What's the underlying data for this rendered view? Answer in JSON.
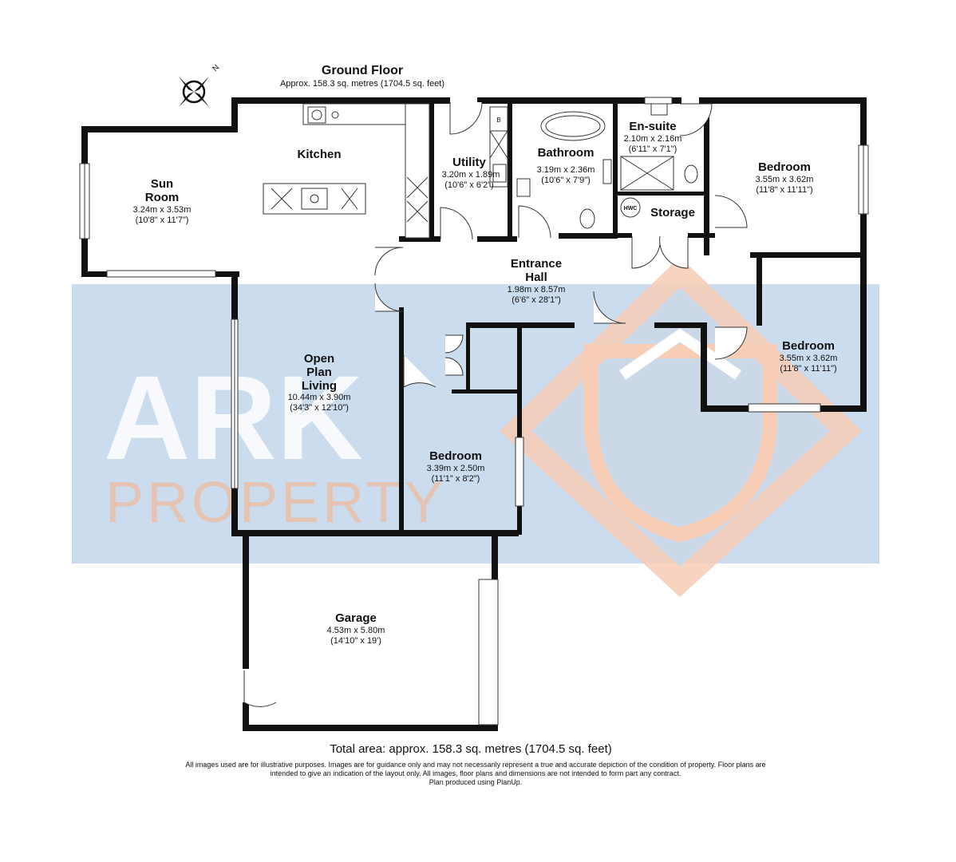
{
  "header": {
    "title": "Ground Floor",
    "subtitle": "Approx. 158.3 sq. metres (1704.5 sq. feet)"
  },
  "compass": {
    "label": "N"
  },
  "rooms": {
    "sun_room": {
      "name_line1": "Sun",
      "name_line2": "Room",
      "dim_metric": "3.24m x 3.53m",
      "dim_imperial": "(10'8\" x 11'7\")"
    },
    "kitchen": {
      "name": "Kitchen"
    },
    "utility": {
      "name": "Utility",
      "dim_metric": "3.20m x 1.89m",
      "dim_imperial": "(10'6\" x 6'2\")"
    },
    "bathroom": {
      "name": "Bathroom",
      "dim_metric": "3.19m x 2.36m",
      "dim_imperial": "(10'6\" x 7'9\")"
    },
    "ensuite": {
      "name": "En-suite",
      "dim_metric": "2.10m x 2.16m",
      "dim_imperial": "(6'11\" x 7'1\")"
    },
    "bedroom_1": {
      "name": "Bedroom",
      "dim_metric": "3.55m x 3.62m",
      "dim_imperial": "(11'8\" x 11'11\")"
    },
    "storage": {
      "name": "Storage",
      "hwc": "HWC"
    },
    "entrance_hall": {
      "name_line1": "Entrance",
      "name_line2": "Hall",
      "dim_metric": "1.98m x 8.57m",
      "dim_imperial": "(6'6\" x 28'1\")"
    },
    "bedroom_2": {
      "name": "Bedroom",
      "dim_metric": "3.55m x 3.62m",
      "dim_imperial": "(11'8\" x 11'11\")"
    },
    "open_plan": {
      "name_line1": "Open",
      "name_line2": "Plan",
      "name_line3": "Living",
      "dim_metric": "10.44m x 3.90m",
      "dim_imperial": "(34'3\" x 12'10\")"
    },
    "bedroom_3": {
      "name": "Bedroom",
      "dim_metric": "3.39m x 2.50m",
      "dim_imperial": "(11'1\" x 8'2\")"
    },
    "garage": {
      "name": "Garage",
      "dim_metric": "4.53m x 5.80m",
      "dim_imperial": "(14'10\" x 19')"
    },
    "boiler_label": "B"
  },
  "watermark": {
    "brand": "ARK",
    "sub": "PROPERTY"
  },
  "footer": {
    "total": "Total area: approx. 158.3 sq. metres (1704.5 sq. feet)",
    "disclaimer_line1": "All images used are for illustrative purposes. Images are for guidance only and may not necessarily represent a true and accurate depiction of the condition of property. Floor plans are",
    "disclaimer_line2": "intended to give an indication of the layout only. All images, floor plans and dimensions are not intended to form part any contract.",
    "disclaimer_line3": "Plan produced using PlanUp."
  },
  "colors": {
    "wall": "#111111",
    "watermark_band": "#c5d8ec",
    "watermark_diamond": "#f7cdb5"
  }
}
